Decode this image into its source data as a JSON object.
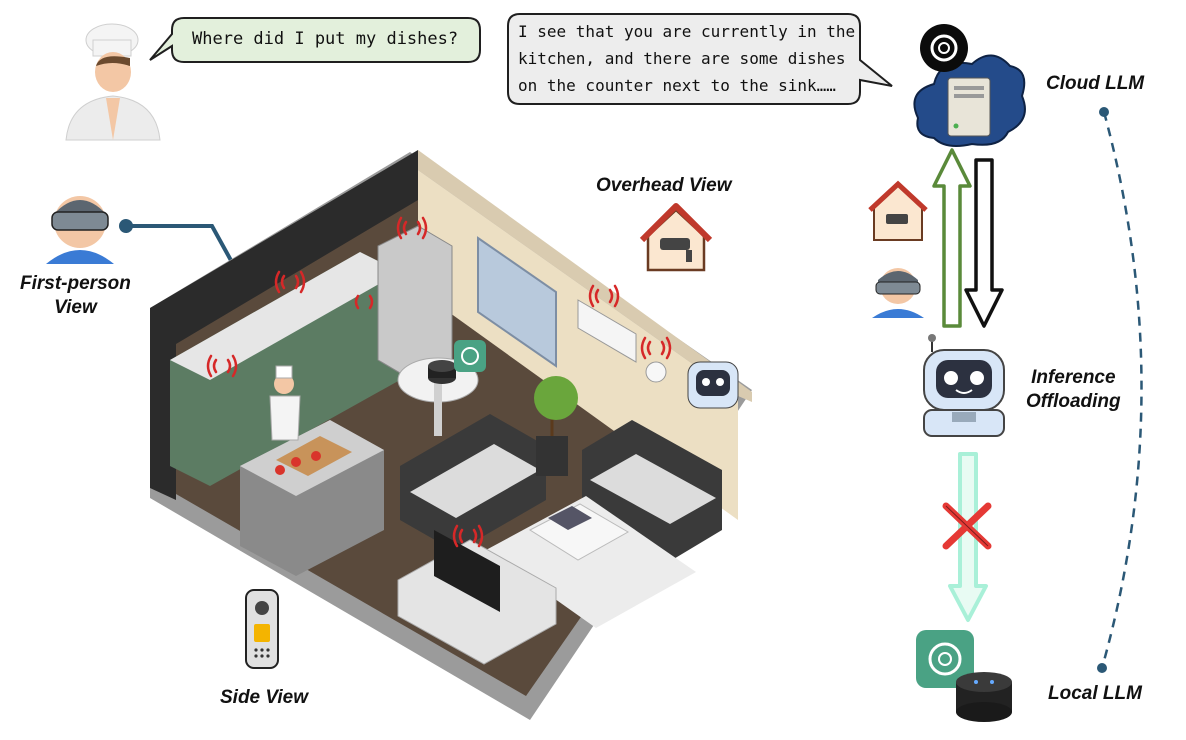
{
  "user_query": "Where did I put my dishes?",
  "assistant_reply": {
    "lines": [
      "I see that you are currently in the",
      "kitchen, and there are some dishes",
      "on the counter next to the sink……"
    ]
  },
  "labels": {
    "cloud_llm": "Cloud LLM",
    "local_llm": "Local LLM",
    "overhead_view": "Overhead View",
    "first_person_line1": "First-person",
    "first_person_line2": "View",
    "side_view": "Side View",
    "inference_line1": "Inference",
    "inference_line2": "Offloading"
  },
  "colors": {
    "user_bubble_fill": "#e3f0dc",
    "assistant_bubble_fill": "#ededed",
    "upload_arrow": "#5a8a3a",
    "download_arrow": "#111111",
    "local_arrow": "#a9f0d8",
    "blocked_cross": "#e53935",
    "connector_line": "#2b5876",
    "wireless_signal": "#d62828",
    "chatgpt_badge": "#4aa284"
  },
  "icons": {
    "chef": "chef-avatar-icon",
    "vr_user": "vr-headset-user-icon",
    "smart_home_camera": "home-camera-icon",
    "doorbell": "video-doorbell-icon",
    "cloud_server": "cloud-server-icon",
    "chatgpt": "chatgpt-logo-icon",
    "robot": "robot-assistant-icon",
    "smart_speaker": "smart-speaker-icon"
  }
}
